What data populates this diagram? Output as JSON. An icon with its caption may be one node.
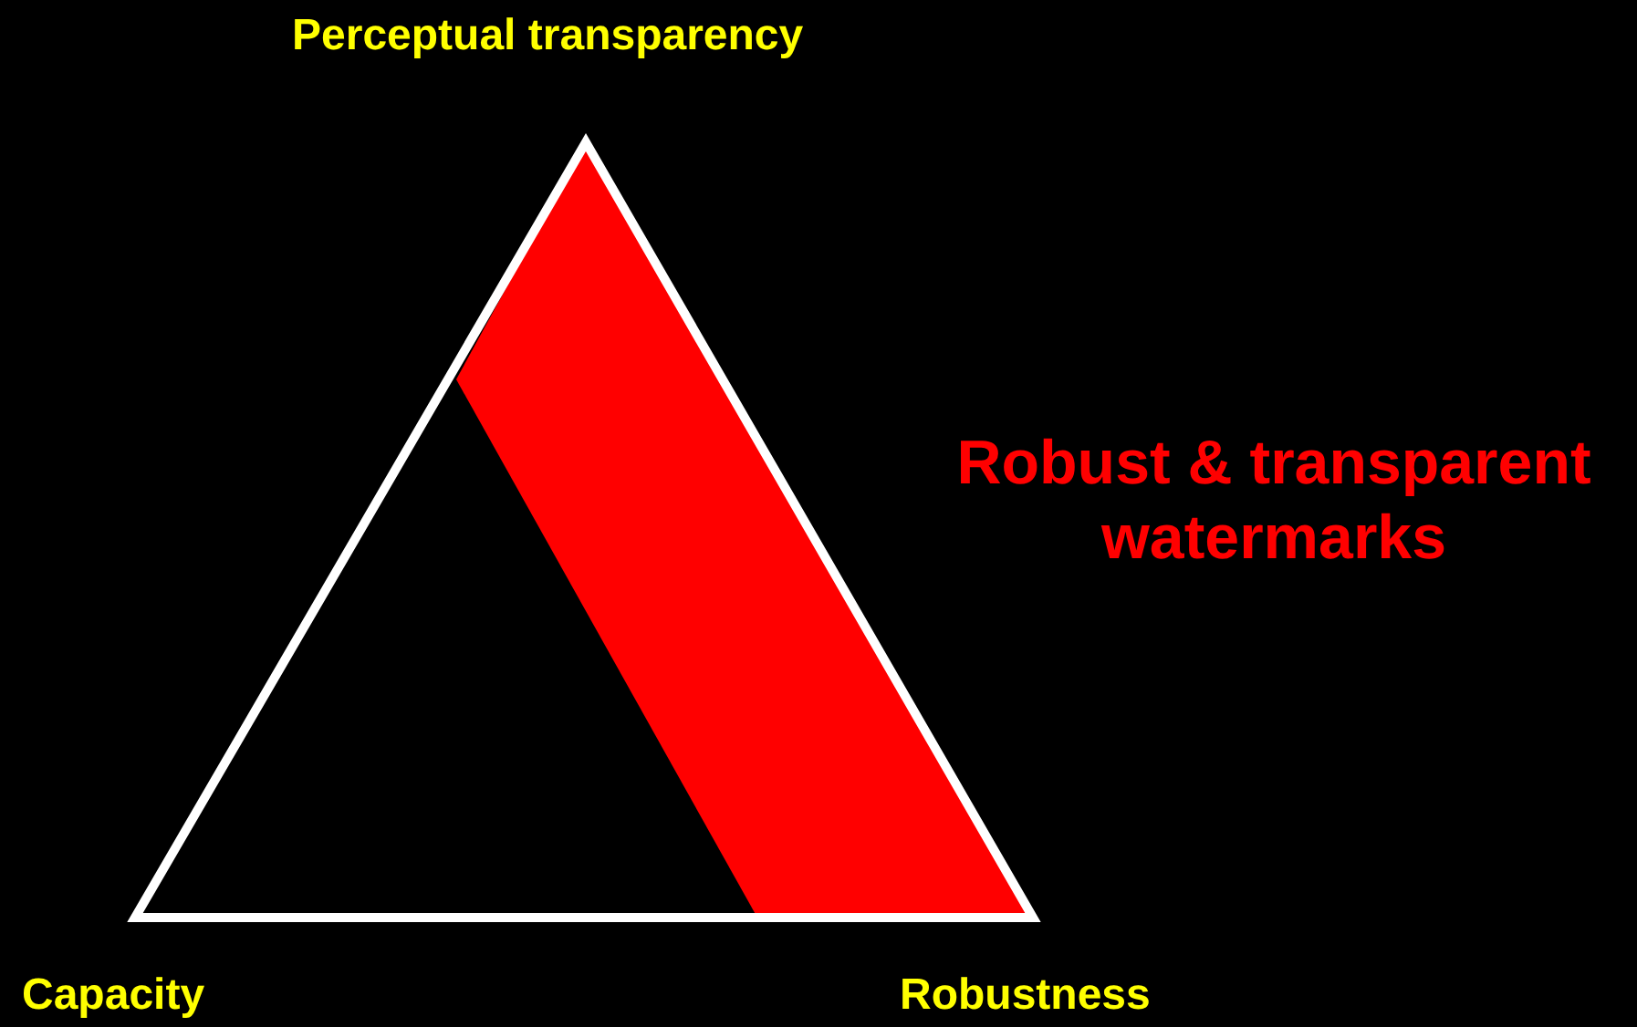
{
  "diagram": {
    "labels": [
      "Perceptual transparency",
      "Robust & transparent watermarks",
      "Capacity",
      "Robustness"
    ]
  }
}
